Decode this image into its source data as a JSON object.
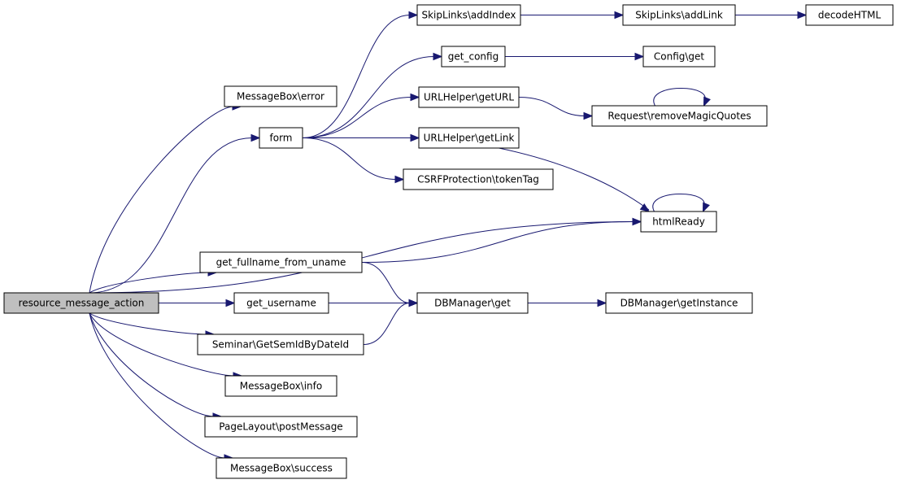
{
  "diagram": {
    "type": "call-graph",
    "colors": {
      "edge": "#191970",
      "root_fill": "#bfbfbf",
      "node_fill": "#ffffff",
      "border": "#000000"
    },
    "nodes": [
      {
        "id": "root",
        "label": "resource_message_action",
        "root": true
      },
      {
        "id": "mb_error",
        "label": "MessageBox\\error"
      },
      {
        "id": "form",
        "label": "form"
      },
      {
        "id": "sl_addIndex",
        "label": "SkipLinks\\addIndex"
      },
      {
        "id": "sl_addLink",
        "label": "SkipLinks\\addLink"
      },
      {
        "id": "decodeHTML",
        "label": "decodeHTML"
      },
      {
        "id": "get_config",
        "label": "get_config"
      },
      {
        "id": "config_get",
        "label": "Config\\get"
      },
      {
        "id": "uh_getURL",
        "label": "URLHelper\\getURL"
      },
      {
        "id": "req_rmq",
        "label": "Request\\removeMagicQuotes"
      },
      {
        "id": "uh_getLink",
        "label": "URLHelper\\getLink"
      },
      {
        "id": "csrf",
        "label": "CSRFProtection\\tokenTag"
      },
      {
        "id": "htmlReady",
        "label": "htmlReady"
      },
      {
        "id": "gfn",
        "label": "get_fullname_from_uname"
      },
      {
        "id": "get_username",
        "label": "get_username"
      },
      {
        "id": "dbm_get",
        "label": "DBManager\\get"
      },
      {
        "id": "dbm_inst",
        "label": "DBManager\\getInstance"
      },
      {
        "id": "sem",
        "label": "Seminar\\GetSemIdByDateId"
      },
      {
        "id": "mb_info",
        "label": "MessageBox\\info"
      },
      {
        "id": "pl_post",
        "label": "PageLayout\\postMessage"
      },
      {
        "id": "mb_success",
        "label": "MessageBox\\success"
      }
    ],
    "edges": [
      [
        "root",
        "mb_error"
      ],
      [
        "root",
        "form"
      ],
      [
        "root",
        "htmlReady"
      ],
      [
        "root",
        "gfn"
      ],
      [
        "root",
        "get_username"
      ],
      [
        "root",
        "sem"
      ],
      [
        "root",
        "mb_info"
      ],
      [
        "root",
        "pl_post"
      ],
      [
        "root",
        "mb_success"
      ],
      [
        "form",
        "sl_addIndex"
      ],
      [
        "form",
        "get_config"
      ],
      [
        "form",
        "uh_getURL"
      ],
      [
        "form",
        "uh_getLink"
      ],
      [
        "form",
        "csrf"
      ],
      [
        "sl_addIndex",
        "sl_addLink"
      ],
      [
        "sl_addLink",
        "decodeHTML"
      ],
      [
        "get_config",
        "config_get"
      ],
      [
        "uh_getURL",
        "req_rmq"
      ],
      [
        "req_rmq",
        "req_rmq"
      ],
      [
        "uh_getLink",
        "htmlReady"
      ],
      [
        "htmlReady",
        "htmlReady"
      ],
      [
        "gfn",
        "htmlReady"
      ],
      [
        "gfn",
        "dbm_get"
      ],
      [
        "get_username",
        "dbm_get"
      ],
      [
        "sem",
        "dbm_get"
      ],
      [
        "dbm_get",
        "dbm_inst"
      ]
    ]
  }
}
